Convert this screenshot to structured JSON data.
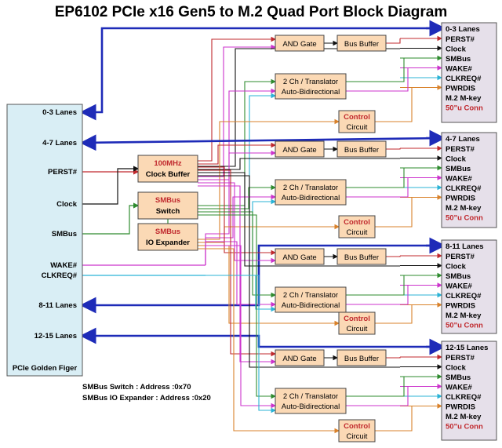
{
  "title": "EP6102 PCIe x16 Gen5 to M.2 Quad Port Block Diagram",
  "host": {
    "name": "PCIe Golden Figer",
    "signals": [
      "0-3 Lanes",
      "4-7 Lanes",
      "PERST#",
      "Clock",
      "SMBus",
      "WAKE#",
      "CLKREQ#",
      "8-11 Lanes",
      "12-15 Lanes"
    ]
  },
  "central_blocks": {
    "clock_buffer": [
      "100MHz",
      "Clock Buffer"
    ],
    "smbus_switch": [
      "SMBus",
      "Switch"
    ],
    "io_expander": [
      "SMBus",
      "IO Expander"
    ]
  },
  "port_blocks": {
    "and_gate": "AND Gate",
    "bus_buffer": "Bus Buffer",
    "translator": [
      "2 Ch / Translator",
      "Auto-Bidirectional"
    ],
    "control": [
      "Control",
      "Circuit"
    ]
  },
  "ports": [
    {
      "lanes": "0-3 Lanes"
    },
    {
      "lanes": "4-7 Lanes"
    },
    {
      "lanes": "8-11 Lanes"
    },
    {
      "lanes": "12-15 Lanes"
    }
  ],
  "port_signals": [
    "PERST#",
    "Clock",
    "SMBus",
    "WAKE#",
    "CLKREQ#",
    "PWRDIS",
    "M.2 M-key"
  ],
  "conn_label": "50\"u Conn",
  "notes": [
    "SMBus Switch : Address :0x70",
    "SMBus IO Expander : Address :0x20"
  ],
  "colors": {
    "lanes": "#1e2bb8",
    "perst": "#c0282d",
    "clock": "#111111",
    "smbus": "#2e8b2e",
    "wake": "#cc33cc",
    "clkreq": "#2bb3d6",
    "control": "#d9822b",
    "host_fill": "#d9eef5",
    "block_fill": "#fbd9b5",
    "port_fill": "#e6e0ea",
    "red_text": "#c0282d"
  }
}
